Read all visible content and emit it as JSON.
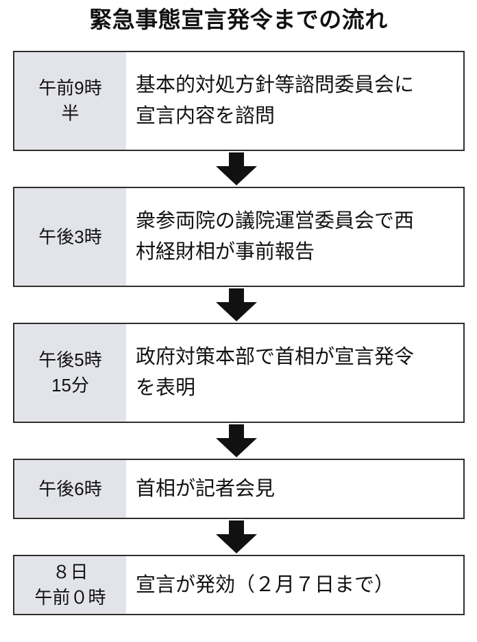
{
  "title": "緊急事態宣言発令までの流れ",
  "colors": {
    "time_column_bg": "#e3e4e9",
    "body_bg": "#ffffff",
    "border": "#2e2e2e",
    "arrow": "#111111",
    "text": "#111111",
    "page_bg": "#ffffff"
  },
  "flow": {
    "arrow_icon": "down-arrow-icon",
    "steps": [
      {
        "time_lines": [
          "午前9時",
          "半"
        ],
        "body_lines": [
          "基本的対処方針等諮問委員会に",
          "宣言内容を諮問"
        ]
      },
      {
        "time_lines": [
          "午後3時"
        ],
        "body_lines": [
          "衆参両院の議院運営委員会で西",
          "村経財相が事前報告"
        ]
      },
      {
        "time_lines": [
          "午後5時",
          "15分"
        ],
        "body_lines": [
          "政府対策本部で首相が宣言発令",
          "を表明"
        ]
      },
      {
        "time_lines": [
          "午後6時"
        ],
        "body_lines": [
          "首相が記者会見"
        ]
      },
      {
        "time_lines": [
          "８日",
          "午前０時"
        ],
        "body_lines": [
          "宣言が発効（２月７日まで）"
        ]
      }
    ]
  }
}
